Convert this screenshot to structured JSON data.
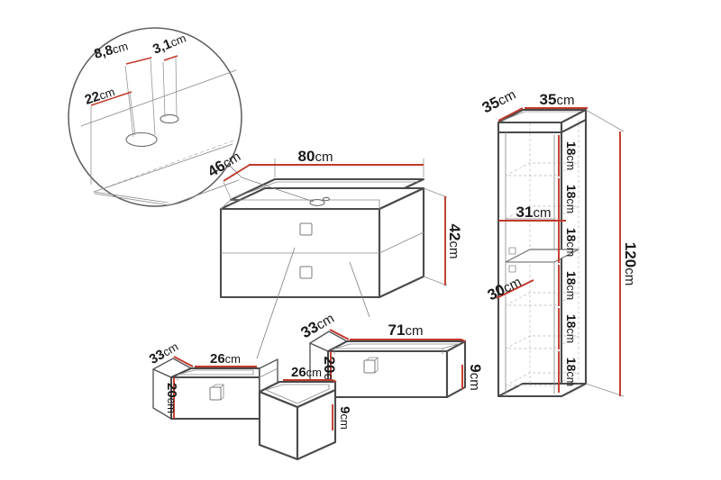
{
  "diagram": {
    "title": "Furniture assembly dimension drawing",
    "unit_suffix": "cm",
    "colors": {
      "dimension_line": "#c0392b",
      "outline": "#58585a",
      "hidden_line": "#a8a8ab",
      "background": "#ffffff"
    }
  },
  "detail_callout": {
    "name": "cable-hole-detail",
    "labels": {
      "hole_offset_left": "8,8",
      "hole_diameter": "3,1",
      "edge_offset": "22"
    },
    "units": {
      "hole_offset_left": "cm",
      "hole_diameter": "cm",
      "edge_offset": "cm"
    }
  },
  "cabinet": {
    "name": "two-drawer-cabinet",
    "labels": {
      "width": "80",
      "depth": "46",
      "height": "42"
    },
    "units": {
      "width": "cm",
      "depth": "cm",
      "height": "cm"
    },
    "drawer_count": 2
  },
  "wide_drawer": {
    "name": "wide-drawer",
    "labels": {
      "depth": "33",
      "width": "71",
      "height_front": "20",
      "height_side": "9"
    },
    "units": {
      "depth": "cm",
      "width": "cm",
      "height_front": "cm",
      "height_side": "cm"
    }
  },
  "narrow_drawer_left": {
    "name": "narrow-drawer-left",
    "labels": {
      "depth": "33",
      "width": "26",
      "height_front": "20"
    },
    "units": {
      "depth": "cm",
      "width": "cm",
      "height_front": "cm"
    }
  },
  "narrow_drawer_right": {
    "name": "narrow-drawer-right",
    "labels": {
      "width": "26",
      "height_side": "9"
    },
    "units": {
      "width": "cm",
      "height_side": "cm"
    }
  },
  "shelf_unit": {
    "name": "tall-shelf-unit",
    "labels": {
      "depth": "35",
      "width": "35",
      "total_height": "120",
      "inner_width": "31",
      "inner_depth": "30"
    },
    "units": {
      "depth": "cm",
      "width": "cm",
      "total_height": "cm",
      "inner_width": "cm",
      "inner_depth": "cm"
    },
    "compartments": [
      {
        "label": "18",
        "unit": "cm"
      },
      {
        "label": "18",
        "unit": "cm"
      },
      {
        "label": "18",
        "unit": "cm"
      },
      {
        "label": "18",
        "unit": "cm"
      },
      {
        "label": "18",
        "unit": "cm"
      },
      {
        "label": "18",
        "unit": "cm"
      }
    ]
  }
}
